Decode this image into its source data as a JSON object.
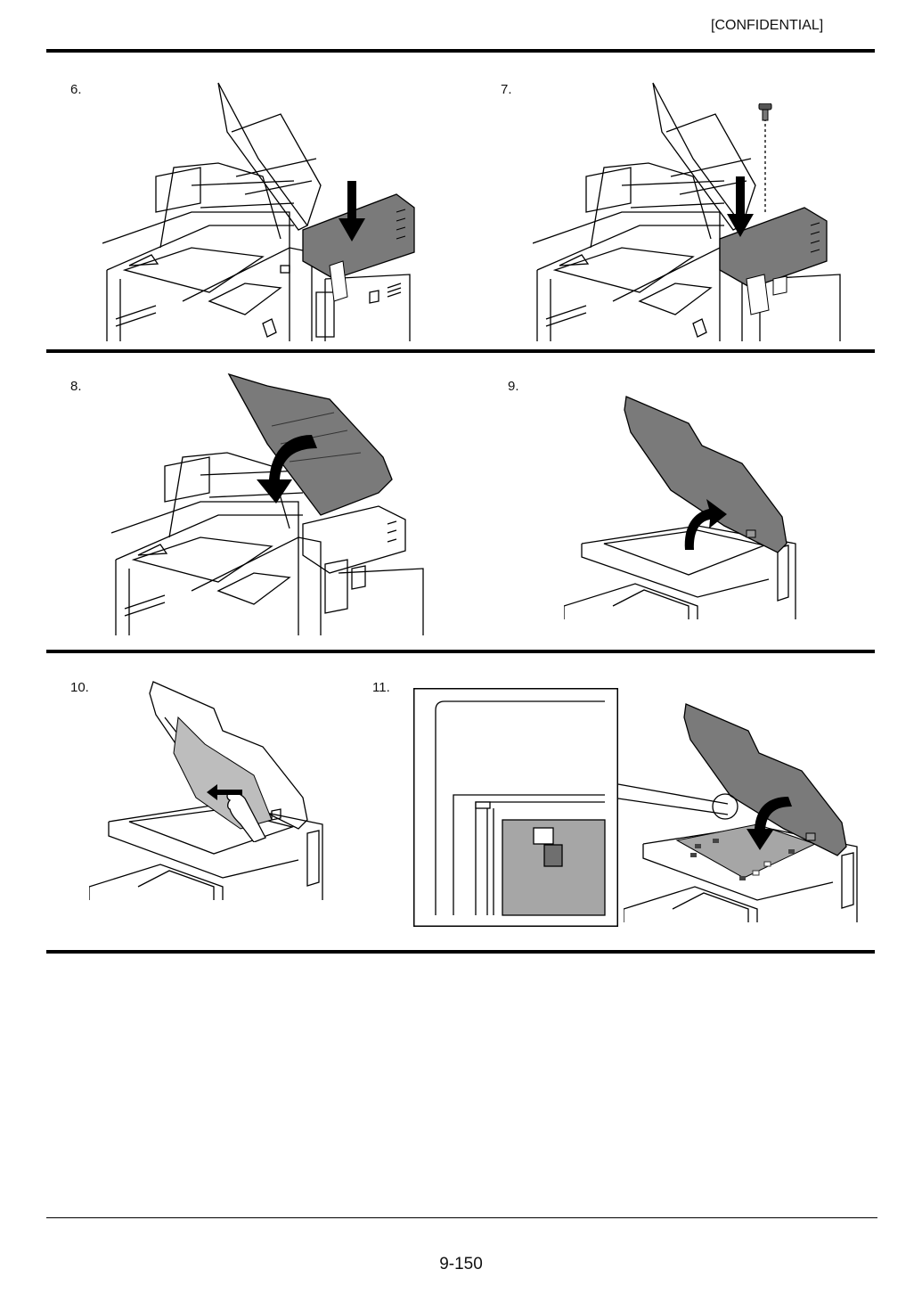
{
  "header": {
    "confidential": "[CONFIDENTIAL]"
  },
  "steps": [
    {
      "number": "6."
    },
    {
      "number": "7."
    },
    {
      "number": "8."
    },
    {
      "number": "9."
    },
    {
      "number": "10."
    },
    {
      "number": "11."
    }
  ],
  "footer": {
    "page_number": "9-150"
  },
  "colors": {
    "ink": "#000000",
    "cover_fill": "#7a7a7a",
    "glass_fill": "#a6a6a6",
    "pad_fill": "#6f6f6f"
  },
  "icons": [
    "down-arrow-icon",
    "curved-arrow-icon",
    "screw-icon",
    "hand-icon",
    "magnifier-circle-icon"
  ]
}
